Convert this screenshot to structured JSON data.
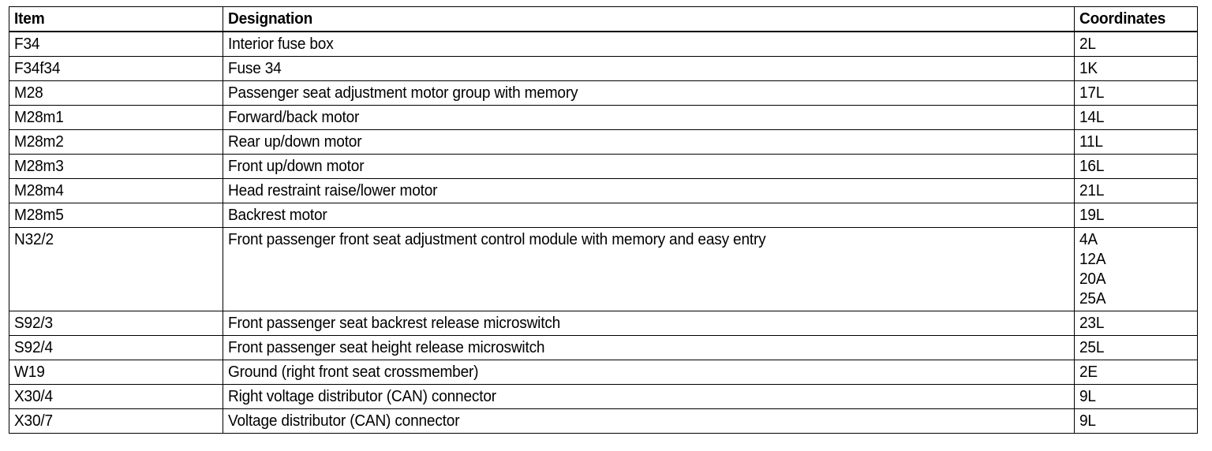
{
  "table": {
    "name": "component-legend-table",
    "columns": [
      {
        "key": "item",
        "label": "Item"
      },
      {
        "key": "designation",
        "label": "Designation"
      },
      {
        "key": "coordinates",
        "label": "Coordinates"
      }
    ],
    "rows": [
      {
        "item": "F34",
        "designation": "Interior fuse box",
        "coordinates": [
          "2L"
        ]
      },
      {
        "item": "F34f34",
        "designation": "Fuse 34",
        "coordinates": [
          "1K"
        ]
      },
      {
        "item": "M28",
        "designation": "Passenger seat adjustment motor group with memory",
        "coordinates": [
          "17L"
        ]
      },
      {
        "item": "M28m1",
        "designation": "Forward/back motor",
        "coordinates": [
          "14L"
        ]
      },
      {
        "item": "M28m2",
        "designation": "Rear up/down motor",
        "coordinates": [
          "11L"
        ]
      },
      {
        "item": "M28m3",
        "designation": "Front up/down motor",
        "coordinates": [
          "16L"
        ]
      },
      {
        "item": "M28m4",
        "designation": "Head restraint raise/lower motor",
        "coordinates": [
          "21L"
        ]
      },
      {
        "item": "M28m5",
        "designation": "Backrest motor",
        "coordinates": [
          "19L"
        ]
      },
      {
        "item": "N32/2",
        "designation": "Front passenger front seat adjustment control module with memory and easy entry",
        "coordinates": [
          "4A",
          "12A",
          "20A",
          "25A"
        ],
        "tall": true
      },
      {
        "item": "S92/3",
        "designation": "Front passenger seat backrest release microswitch",
        "coordinates": [
          "23L"
        ]
      },
      {
        "item": "S92/4",
        "designation": "Front passenger seat height release microswitch",
        "coordinates": [
          "25L"
        ]
      },
      {
        "item": "W19",
        "designation": "Ground (right front seat crossmember)",
        "coordinates": [
          "2E"
        ]
      },
      {
        "item": "X30/4",
        "designation": "Right voltage distributor (CAN) connector",
        "coordinates": [
          "9L"
        ]
      },
      {
        "item": "X30/7",
        "designation": "Voltage distributor (CAN) connector",
        "coordinates": [
          "9L"
        ]
      }
    ]
  },
  "colors": {
    "background": "#ffffff",
    "text": "#000000",
    "border": "#000000"
  }
}
